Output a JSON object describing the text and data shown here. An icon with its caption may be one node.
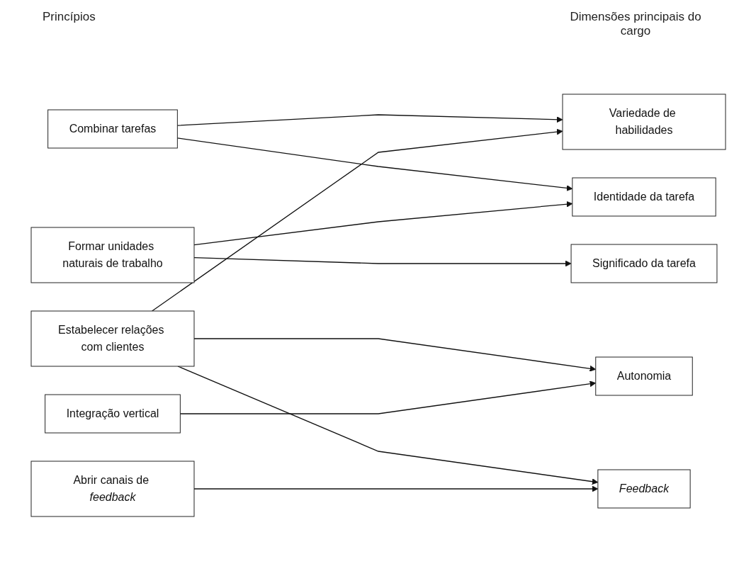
{
  "diagram": {
    "nodes": [
      {
        "text": [
          "Combinar tarefas"
        ]
      },
      {
        "text": [
          "Formar unidades naturais de trabalho"
        ]
      },
      {
        "text": [
          "Estabelecer relações com clientes"
        ]
      },
      {
        "text": [
          "Integração vertical"
        ]
      },
      {
        "text": [
          "Abrir canais de *feedback*"
        ]
      },
      {
        "text": [
          "Variedade de habilidades"
        ]
      },
      {
        "text": [
          "Identidade da tarefa"
        ]
      },
      {
        "text": [
          "Significado da tarefa"
        ]
      },
      {
        "text": [
          "Autonomia"
        ]
      },
      {
        "text": [
          "Feedback"
        ]
      }
    ],
    "edges": [
      {
        "from": 0,
        "to": 5,
        "arrow": "to"
      },
      {
        "from": 0,
        "to": 6,
        "arrow": "to"
      },
      {
        "from": 1,
        "to": 6,
        "arrow": "to"
      },
      {
        "from": 1,
        "to": 7,
        "arrow": "to"
      },
      {
        "from": 2,
        "to": 5,
        "arrow": "to"
      },
      {
        "from": 2,
        "to": 8,
        "arrow": "to"
      },
      {
        "from": 2,
        "to": 9,
        "arrow": "to"
      },
      {
        "from": 3,
        "to": 8,
        "arrow": "to"
      },
      {
        "from": 4,
        "to": 9,
        "arrow": "to"
      }
    ],
    "labels": [
      "Princípios",
      "Dimensões principais do cargo"
    ]
  }
}
